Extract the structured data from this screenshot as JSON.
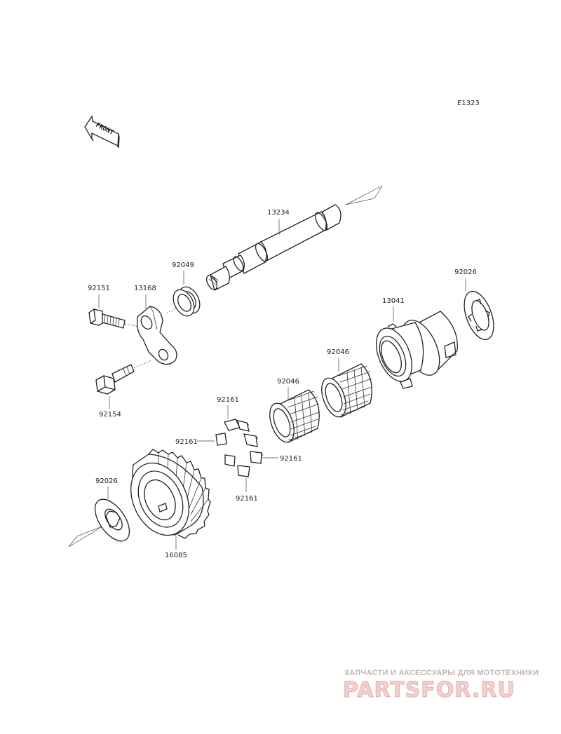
{
  "diagram_code": "E1323",
  "front_label": "FRONT",
  "part_labels": {
    "shaft": "13234",
    "oil_seal": "92049",
    "lever": "13168",
    "bolt_upper": "92151",
    "bolt_lower": "92154",
    "washer_right": "92026",
    "holder": "13041",
    "bearing_upper": "92046",
    "bearing_lower": "92046",
    "ring_top": "92161",
    "ring_left": "92161",
    "ring_right": "92161",
    "ring_bottom": "92161",
    "washer_left": "92026",
    "gear": "16085"
  },
  "watermark": {
    "subtitle": "ЗАПЧАСТИ И АКСЕССУАРЫ ДЛЯ МОТОТЕХНИКИ",
    "logo": "PARTSFOR.RU"
  }
}
